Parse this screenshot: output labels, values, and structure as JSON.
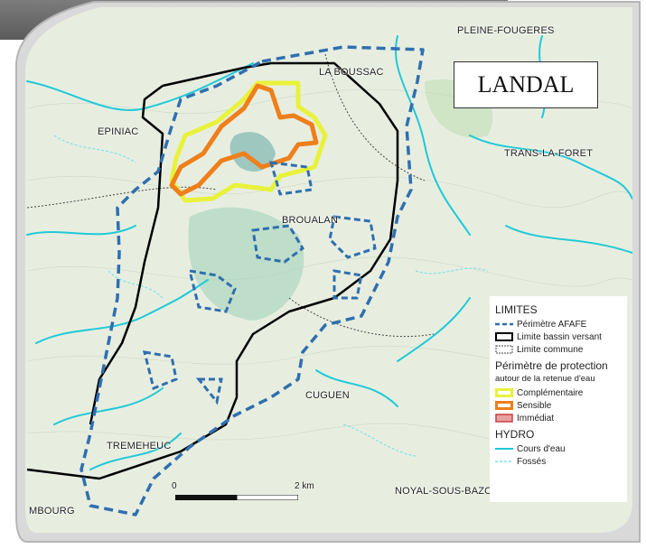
{
  "map": {
    "title": "LANDAL",
    "places": {
      "pleine_fougeres": "PLEINE-FOUGERES",
      "la_boussac": "LA BOUSSAC",
      "epiniac": "EPINIAC",
      "trans_la_foret": "TRANS-LA-FORET",
      "broualan": "BROUALAN",
      "cuguen": "CUGUEN",
      "tremeheuc": "TREMEHEUC",
      "noyal_sous_bazouges": "NOYAL-SOUS-BAZO",
      "combourg": "MBOURG"
    },
    "scale": {
      "start": "0",
      "end": "2 km"
    },
    "legend": {
      "limits_heading": "LIMITES",
      "perimetre_afafe": "Périmètre AFAFE",
      "limite_bassin": "Limite bassin versant",
      "limite_commune": "Limite commune",
      "protection_heading": "Périmètre de protection",
      "protection_sub": "autour de la retenue d'eau",
      "complementaire": "Complémentaire",
      "sensible": "Sensible",
      "immediat": "Immédiat",
      "hydro_heading": "HYDRO",
      "cours_eau": "Cours d'eau",
      "fosses": "Fossés"
    },
    "colors": {
      "afafe": "#2f6fb0",
      "bassin": "#000000",
      "complementaire": "#e8f23a",
      "sensible": "#ef7f1a",
      "immediat": "#c94040",
      "cours_eau": "#1fc9d8",
      "fosses": "#7fe3ea",
      "map_base": "#e9efe2",
      "lake": "#9ec7c0"
    },
    "icons": [
      "fence-frame",
      "scale-bar-icon"
    ]
  }
}
